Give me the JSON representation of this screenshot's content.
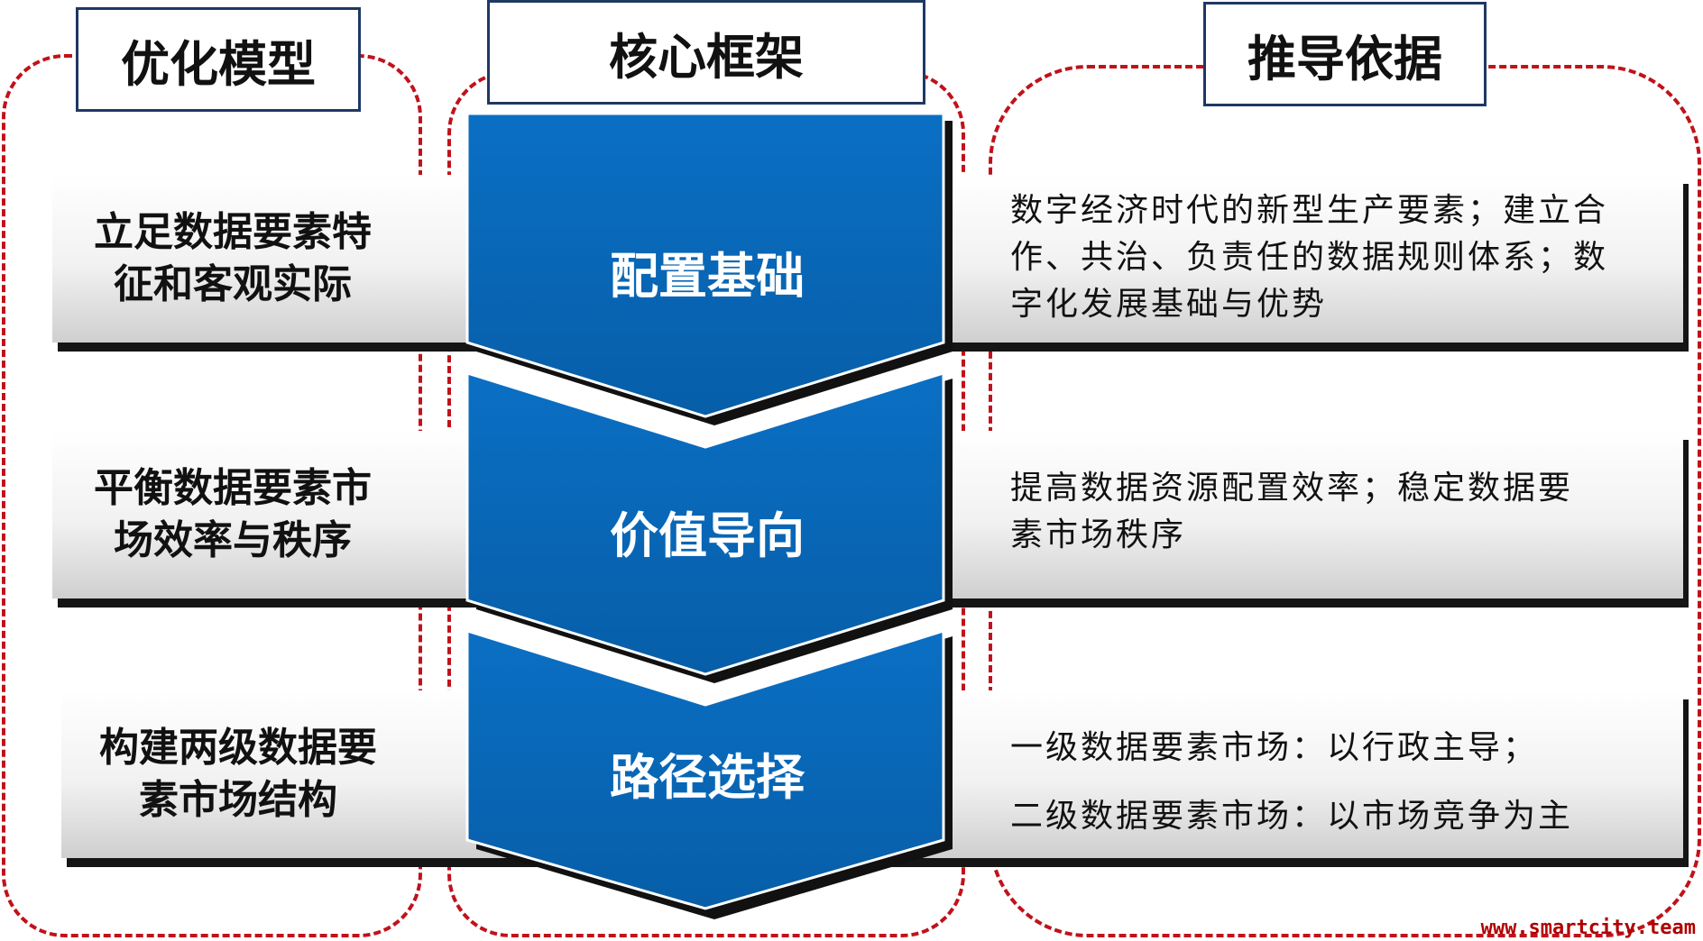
{
  "headers": {
    "left": "优化模型",
    "center": "核心框架",
    "right": "推导依据"
  },
  "rows": [
    {
      "left_lines": [
        "立足数据要素特",
        "征和客观实际"
      ],
      "center": "配置基础",
      "right_lines": [
        "数字经济时代的新型生产要素；建立合",
        "作、共治、负责任的数据规则体系；数",
        "字化发展基础与优势"
      ]
    },
    {
      "left_lines": [
        "平衡数据要素市",
        "场效率与秩序"
      ],
      "center": "价值导向",
      "right_lines": [
        "提高数据资源配置效率；稳定数据要",
        "素市场秩序"
      ]
    },
    {
      "left_lines": [
        "构建两级数据要",
        "素市场结构"
      ],
      "center": "路径选择",
      "right_lines": [
        "一级数据要素市场：以行政主导；",
        "二级数据要素市场：以市场竞争为主"
      ]
    }
  ],
  "watermark": "www.smartcity.team",
  "colors": {
    "chevron": "#0866b8",
    "dashed_border": "#c0121b",
    "header_border": "#1f3864"
  }
}
